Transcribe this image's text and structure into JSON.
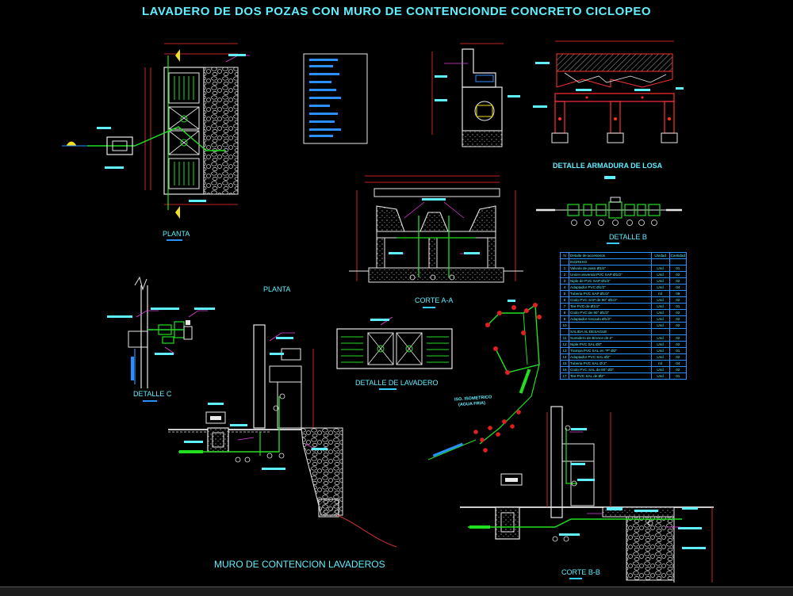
{
  "title": "LAVADERO DE DOS POZAS  CON MURO DE CONTENCIONDE  CONCRETO CICLOPEO",
  "labels": {
    "planta_top": "PLANTA",
    "planta_mid": "PLANTA",
    "detalle_armadura": "DETALLE ARMADURA DE LOSA",
    "detalle_b": "DETALLE B",
    "corte_aa": "CORTE A-A",
    "detalle_c": "DETALLE C",
    "detalle_lavadero": "DETALLE DE LAVADERO",
    "corte_bb": "CORTE B-B",
    "muro": "MURO DE CONTENCION LAVADEROS",
    "isometrico_line1": "ISO. ISOMETRICO",
    "isometrico_line2": "(AGUA FRIA)"
  },
  "materials_table": {
    "header": {
      "n": "N",
      "desc": "Detalle de accesorios",
      "unit": "Unidad",
      "qty": "Cantidad"
    },
    "section_ingreso": "INGRESO",
    "section_salida": "SALIDA AL DESAGUE",
    "rows_ingreso": [
      {
        "n": "1",
        "desc": "Valvula de paso Ø1/2\"",
        "unit": "Und",
        "qty": "01"
      },
      {
        "n": "2",
        "desc": "Union universal PVC SAP Ø1/2\"",
        "unit": "Und",
        "qty": "02"
      },
      {
        "n": "3",
        "desc": "Niple de PVC SAP Ø1/2\"",
        "unit": "Und",
        "qty": "02"
      },
      {
        "n": "4",
        "desc": "Adaptador  PVC  Ø1/2\"",
        "unit": "Und",
        "qty": "04"
      },
      {
        "n": "5",
        "desc": "Tuberia PVC SAP Ø1/2\"",
        "unit": "ml",
        "qty": "09"
      },
      {
        "n": "6",
        "desc": "Codo PVC SAP de 90° Ø1/2\"",
        "unit": "Und",
        "qty": "02"
      },
      {
        "n": "7",
        "desc": "Tee PVC de Ø1/2\"",
        "unit": "Und",
        "qty": "01"
      },
      {
        "n": "8",
        "desc": "Codo PVC de 90° Ø1/2\"",
        "unit": "Und",
        "qty": "02"
      },
      {
        "n": "9",
        "desc": "Adaptador roscado Ø1/2\"",
        "unit": "Und",
        "qty": "02"
      },
      {
        "n": "10",
        "desc": "",
        "unit": "Und",
        "qty": "02"
      }
    ],
    "rows_salida": [
      {
        "n": "11",
        "desc": "Sumidero de Bronce de 2\"",
        "unit": "Und",
        "qty": "02"
      },
      {
        "n": "12",
        "desc": "Niple PVC SAL Ø2\"",
        "unit": "Und",
        "qty": "02"
      },
      {
        "n": "13",
        "desc": "Trampa PVC SAL  en \"P\" Ø2\"",
        "unit": "Und",
        "qty": "01"
      },
      {
        "n": "14",
        "desc": "Adaptador PVC SAL Ø2\"",
        "unit": "Und",
        "qty": "02"
      },
      {
        "n": "15",
        "desc": "Tuberia PVC SAL Ø 2\"",
        "unit": "ml",
        "qty": "04"
      },
      {
        "n": "16",
        "desc": "Codo PVC SAL de 90° Ø2\"",
        "unit": "Und",
        "qty": "02"
      },
      {
        "n": "17",
        "desc": "Tee PVC SAL de Ø2\"",
        "unit": "Und",
        "qty": "01"
      }
    ]
  },
  "colors": {
    "background": "#000000",
    "cyan_text": "#5ff0ff",
    "dimension": "#ff3030",
    "structure": "#e8e8e8",
    "pipe": "#20e020",
    "leader": "#e040e0",
    "blue_line": "#2a8fff",
    "yellow": "#f0e020",
    "earth": "#d03030"
  }
}
